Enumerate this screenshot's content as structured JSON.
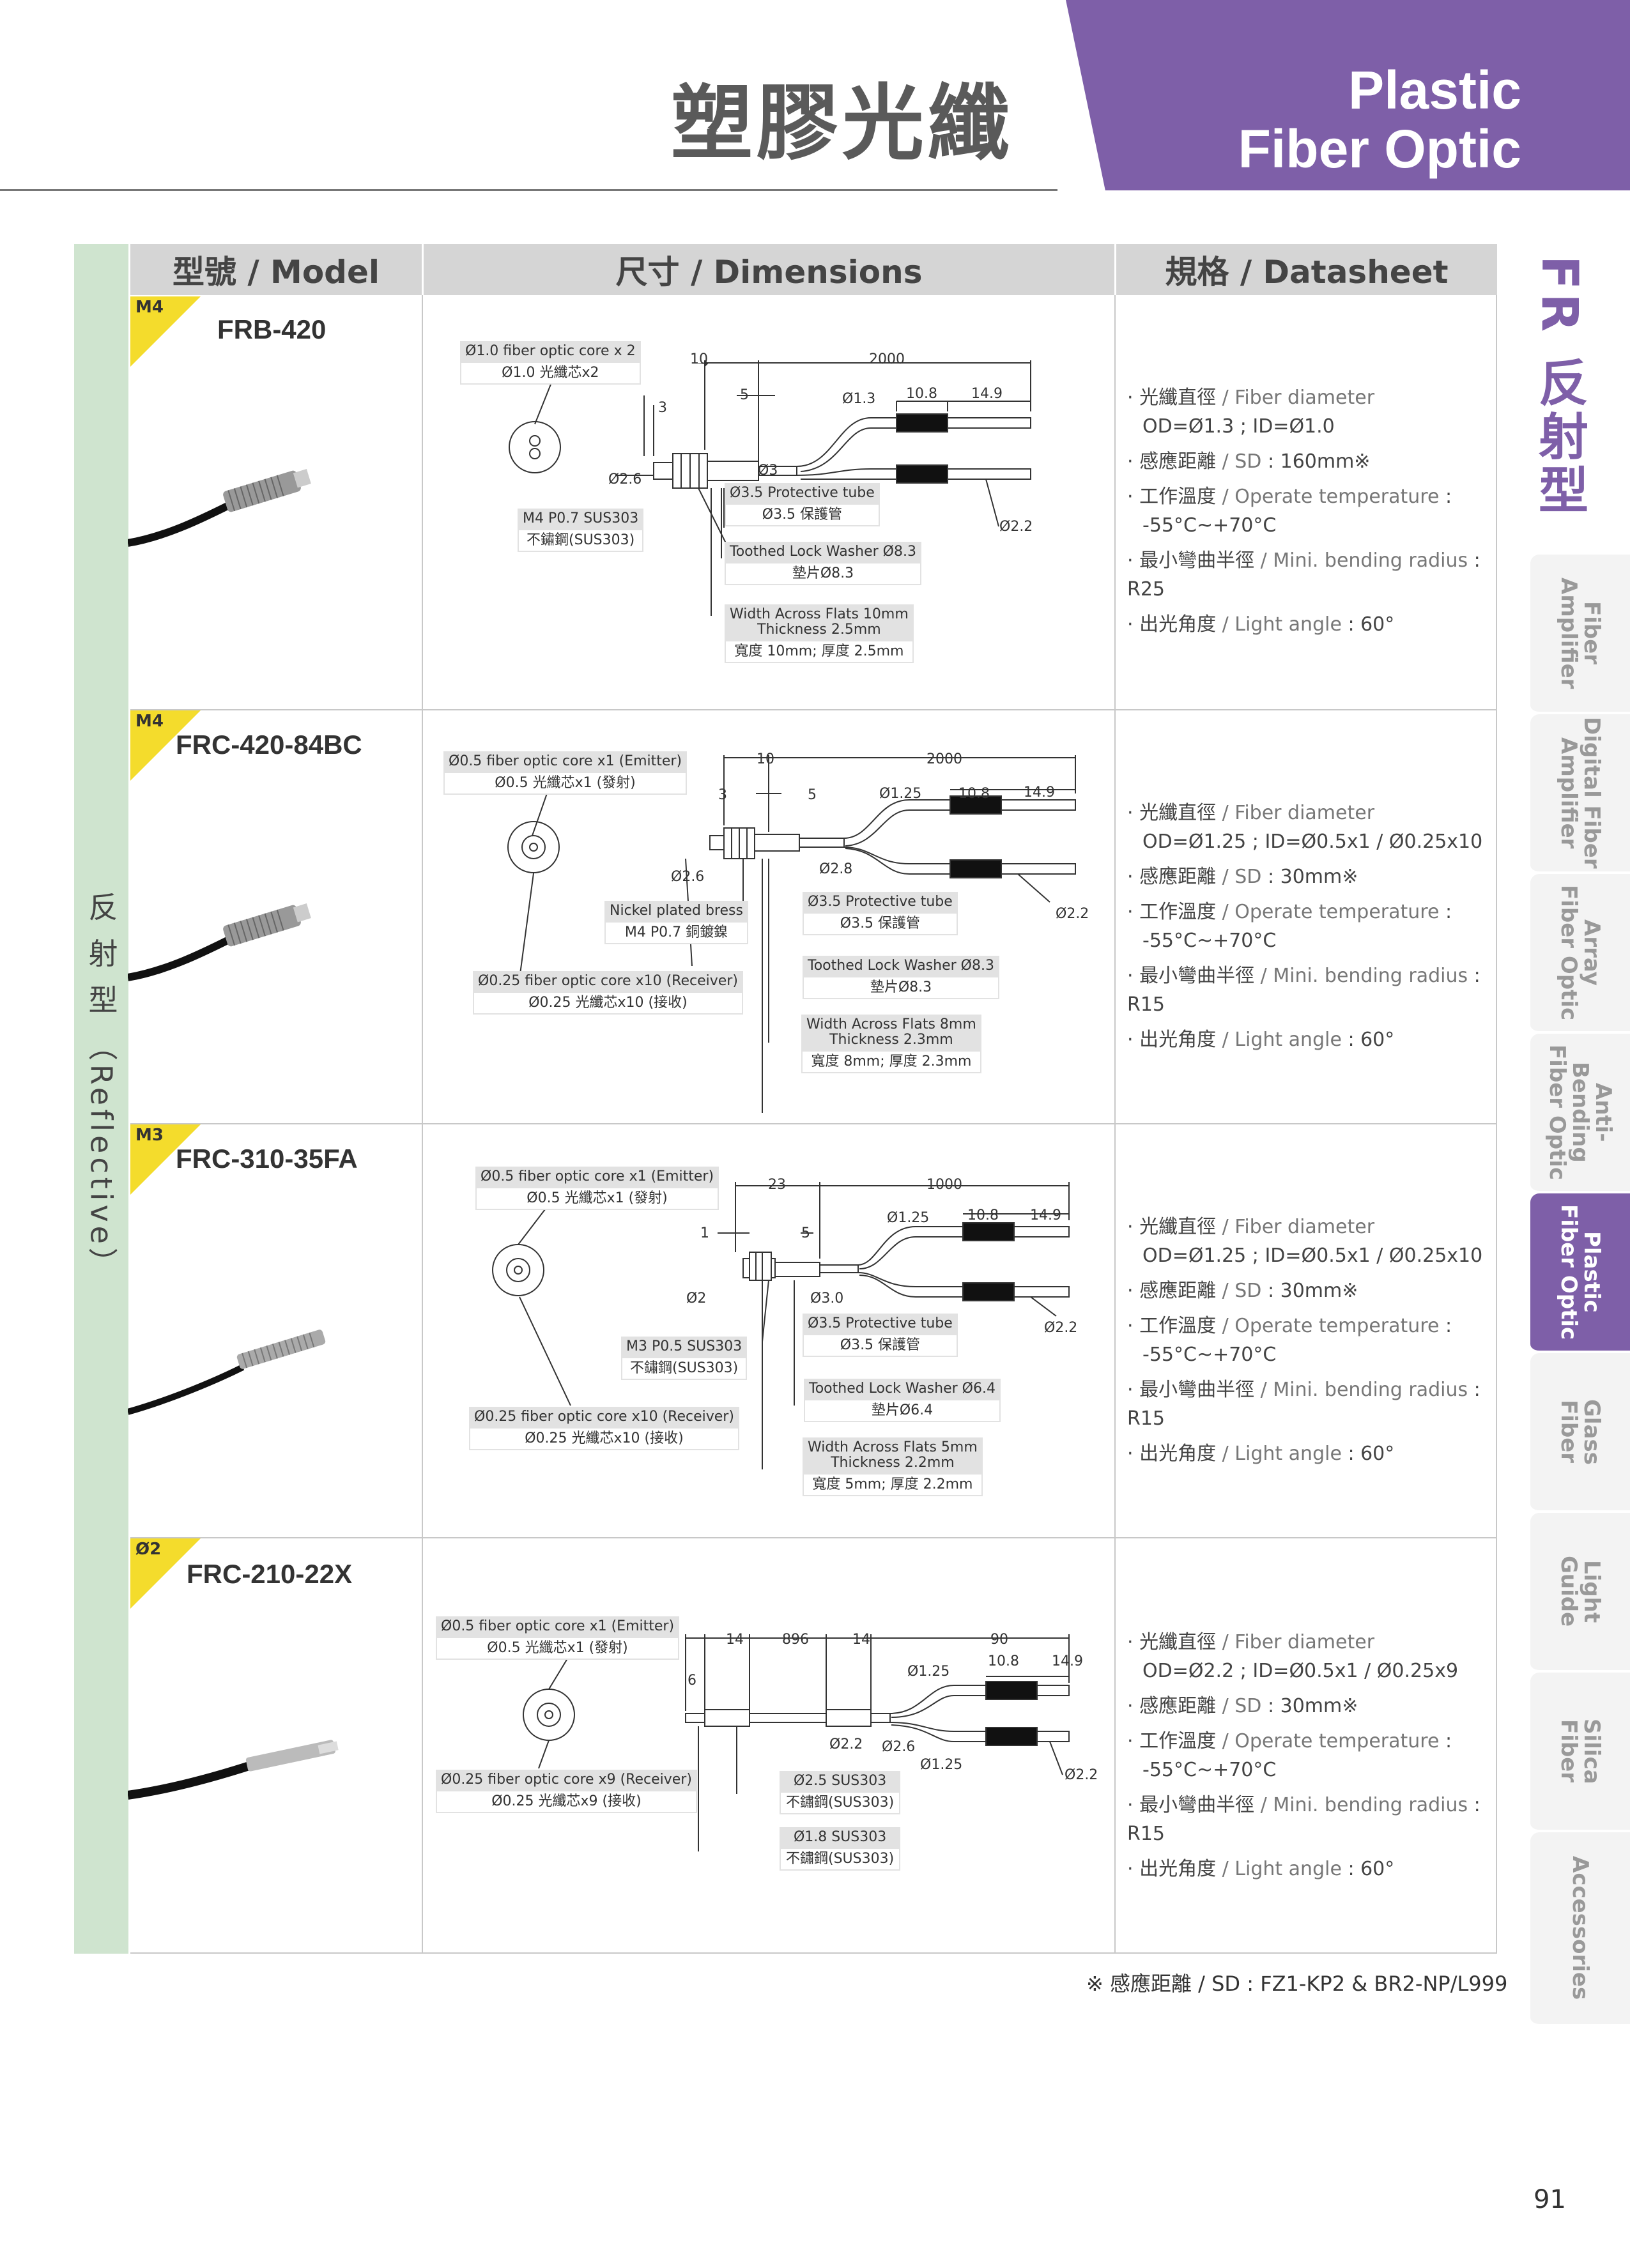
{
  "header": {
    "title_cjk": "塑膠光纖",
    "title_en_1": "Plastic",
    "title_en_2": "Fiber Optic"
  },
  "side_band": {
    "label": "反 射 型 （Reflective）"
  },
  "table": {
    "col_model": "型號 / Model",
    "col_dimensions": "尺寸 / Dimensions",
    "col_datasheet": "規格 / Datasheet"
  },
  "fr_title": "FR 反射型",
  "tabs": [
    {
      "label": "Fiber\nAmplifier",
      "active": false
    },
    {
      "label": "Digital Fiber\nAmplifier",
      "active": false
    },
    {
      "label": "Array\nFiber Optic",
      "active": false
    },
    {
      "label": "Anti-Bending\nFiber Optic",
      "active": false
    },
    {
      "label": "Plastic\nFiber Optic",
      "active": true
    },
    {
      "label": "Glass\nFiber",
      "active": false
    },
    {
      "label": "Light\nGuide",
      "active": false
    },
    {
      "label": "Silica\nFiber",
      "active": false
    },
    {
      "label": "Accessories",
      "active": false
    }
  ],
  "products": [
    {
      "thread": "M4",
      "model": "FRB-420",
      "dims": {
        "core_1": "Ø1.0 fiber optic core x 2",
        "core_2": "Ø1.0 光纖芯x2",
        "d_10": "10",
        "d_2000": "2000",
        "d_5": "5",
        "d_13": "Ø1.3",
        "d_108": "10.8",
        "d_149": "14.9",
        "d_3": "3",
        "d_26": "Ø2.6",
        "d_phi3": "Ø3",
        "d_22": "Ø2.2",
        "thread_1": "M4 P0.7 SUS303",
        "thread_2": "不鏽鋼(SUS303)",
        "tube_1": "Ø3.5 Protective tube",
        "tube_2": "Ø3.5 保護管",
        "washer_1": "Toothed Lock Washer Ø8.3",
        "washer_2": "墊片Ø8.3",
        "flats_1": "Width Across Flats 10mm\nThickness 2.5mm",
        "flats_2": "寬度 10mm; 厚度 2.5mm"
      },
      "specs": [
        {
          "cjk": "光纖直徑",
          "en": "Fiber diameter",
          "value": "",
          "line2": "OD=Ø1.3 ; ID=Ø1.0"
        },
        {
          "cjk": "感應距離",
          "en": "SD",
          "value": " : 160mm※",
          "line2": ""
        },
        {
          "cjk": "工作溫度",
          "en": "Operate temperature",
          "value": " :",
          "line2": "-55°C~+70°C"
        },
        {
          "cjk": "最小彎曲半徑",
          "en": "Mini. bending radius",
          "value": " : R25",
          "line2": ""
        },
        {
          "cjk": "出光角度",
          "en": "Light angle",
          "value": " : 60°",
          "line2": ""
        }
      ]
    },
    {
      "thread": "M4",
      "model": "FRC-420-84BC",
      "dims": {
        "core_1": "Ø0.5 fiber optic core x1 (Emitter)",
        "core_2": "Ø0.5 光纖芯x1 (發射)",
        "d_10": "10",
        "d_2000": "2000",
        "d_3": "3",
        "d_5": "5",
        "d_125": "Ø1.25",
        "d_108": "10.8",
        "d_149": "14.9",
        "d_26": "Ø2.6",
        "d_28": "Ø2.8",
        "d_22": "Ø2.2",
        "thread_1": "Nickel plated bress",
        "thread_2": "M4 P0.7 銅鍍鎳",
        "tube_1": "Ø3.5 Protective tube",
        "tube_2": "Ø3.5 保護管",
        "recv_1": "Ø0.25 fiber optic core x10 (Receiver)",
        "recv_2": "Ø0.25 光纖芯x10 (接收)",
        "washer_1": "Toothed Lock Washer Ø8.3",
        "washer_2": "墊片Ø8.3",
        "flats_1": "Width Across Flats 8mm\nThickness 2.3mm",
        "flats_2": "寬度 8mm; 厚度 2.3mm"
      },
      "specs": [
        {
          "cjk": "光纖直徑",
          "en": "Fiber diameter",
          "value": "",
          "line2": "OD=Ø1.25 ; ID=Ø0.5x1 / Ø0.25x10"
        },
        {
          "cjk": "感應距離",
          "en": "SD",
          "value": " : 30mm※",
          "line2": ""
        },
        {
          "cjk": "工作溫度",
          "en": "Operate temperature",
          "value": " :",
          "line2": "-55°C~+70°C"
        },
        {
          "cjk": "最小彎曲半徑",
          "en": "Mini. bending radius",
          "value": " : R15",
          "line2": ""
        },
        {
          "cjk": "出光角度",
          "en": "Light angle",
          "value": " : 60°",
          "line2": ""
        }
      ]
    },
    {
      "thread": "M3",
      "model": "FRC-310-35FA",
      "dims": {
        "core_1": "Ø0.5 fiber optic core x1 (Emitter)",
        "core_2": "Ø0.5 光纖芯x1 (發射)",
        "d_23": "23",
        "d_1000": "1000",
        "d_1": "1",
        "d_5": "5",
        "d_125": "Ø1.25",
        "d_108": "10.8",
        "d_149": "14.9",
        "d_2": "Ø2",
        "d_30": "Ø3.0",
        "d_22": "Ø2.2",
        "thread_1": "M3 P0.5 SUS303",
        "thread_2": "不鏽鋼(SUS303)",
        "tube_1": "Ø3.5 Protective tube",
        "tube_2": "Ø3.5 保護管",
        "recv_1": "Ø0.25 fiber optic core x10 (Receiver)",
        "recv_2": "Ø0.25 光纖芯x10 (接收)",
        "washer_1": "Toothed Lock Washer Ø6.4",
        "washer_2": "墊片Ø6.4",
        "flats_1": "Width Across Flats 5mm\nThickness 2.2mm",
        "flats_2": "寬度 5mm; 厚度 2.2mm"
      },
      "specs": [
        {
          "cjk": "光纖直徑",
          "en": "Fiber diameter",
          "value": "",
          "line2": "OD=Ø1.25 ; ID=Ø0.5x1 / Ø0.25x10"
        },
        {
          "cjk": "感應距離",
          "en": "SD",
          "value": " : 30mm※",
          "line2": ""
        },
        {
          "cjk": "工作溫度",
          "en": "Operate temperature",
          "value": " :",
          "line2": "-55°C~+70°C"
        },
        {
          "cjk": "最小彎曲半徑",
          "en": "Mini. bending radius",
          "value": " : R15",
          "line2": ""
        },
        {
          "cjk": "出光角度",
          "en": "Light angle",
          "value": " : 60°",
          "line2": ""
        }
      ]
    },
    {
      "thread": "Ø2",
      "model": "FRC-210-22X",
      "dims": {
        "core_1": "Ø0.5 fiber optic core x1 (Emitter)",
        "core_2": "Ø0.5 光纖芯x1 (發射)",
        "d_14a": "14",
        "d_896": "896",
        "d_14b": "14",
        "d_90": "90",
        "d_6": "6",
        "d_125": "Ø1.25",
        "d_108": "10.8",
        "d_149": "14.9",
        "d_22a": "Ø2.2",
        "d_26": "Ø2.6",
        "d_125b": "Ø1.25",
        "d_22": "Ø2.2",
        "recv_1": "Ø0.25 fiber optic core x9 (Receiver)",
        "recv_2": "Ø0.25 光纖芯x9 (接收)",
        "sus25_1": "Ø2.5 SUS303",
        "sus25_2": "不鏽鋼(SUS303)",
        "sus18_1": "Ø1.8 SUS303",
        "sus18_2": "不鏽鋼(SUS303)"
      },
      "specs": [
        {
          "cjk": "光纖直徑",
          "en": "Fiber diameter",
          "value": "",
          "line2": "OD=Ø2.2 ; ID=Ø0.5x1 / Ø0.25x9"
        },
        {
          "cjk": "感應距離",
          "en": "SD",
          "value": " : 30mm※",
          "line2": ""
        },
        {
          "cjk": "工作溫度",
          "en": "Operate temperature",
          "value": " :",
          "line2": "-55°C~+70°C"
        },
        {
          "cjk": "最小彎曲半徑",
          "en": "Mini. bending radius",
          "value": " : R15",
          "line2": ""
        },
        {
          "cjk": "出光角度",
          "en": "Light angle",
          "value": " : 60°",
          "line2": ""
        }
      ]
    }
  ],
  "note": "※ 感應距離 / SD : FZ1-KP2 & BR2-NP/L999",
  "page_number": "91"
}
